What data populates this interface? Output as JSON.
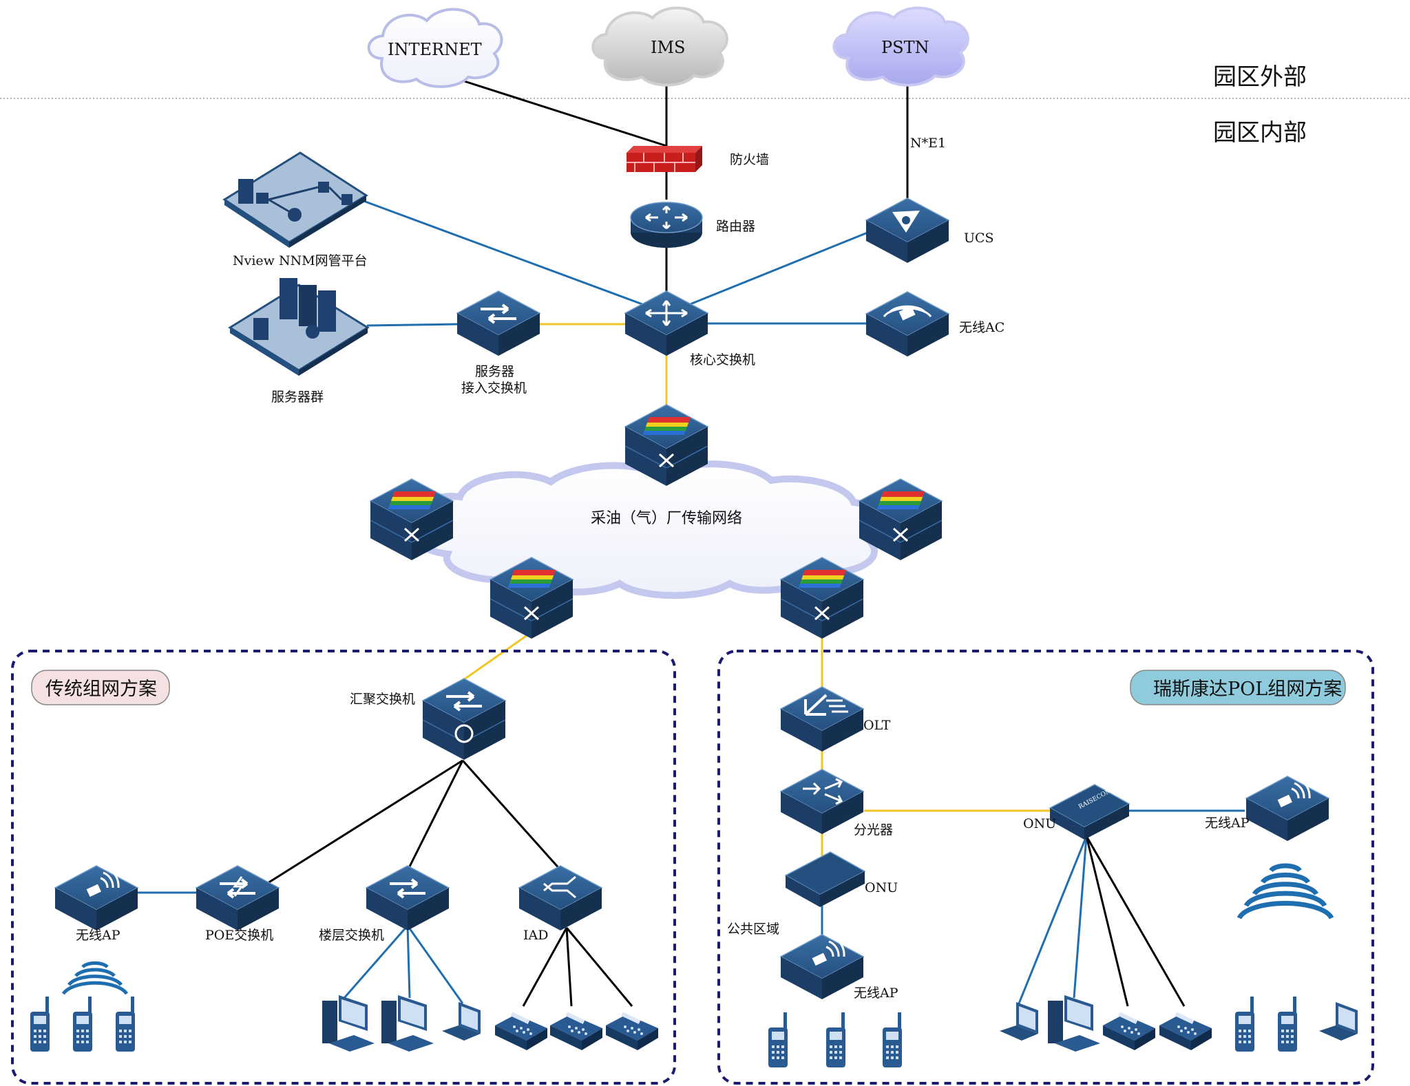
{
  "zones": {
    "outside": "园区外部",
    "inside": "园区内部"
  },
  "clouds": {
    "internet": "INTERNET",
    "ims": "IMS",
    "pstn": "PSTN"
  },
  "link_labels": {
    "ne1": "N*E1"
  },
  "devices": {
    "firewall": "防火墙",
    "router": "路由器",
    "ucs": "UCS",
    "nview": "Nview NNM网管平台",
    "server_farm": "服务器群",
    "server_switch_line1": "服务器",
    "server_switch_line2": "接入交换机",
    "core_switch": "核心交换机",
    "wireless_ac": "无线AC",
    "transport_network": "采油（气）厂传输网络",
    "agg_switch": "汇聚交换机",
    "olt": "OLT",
    "splitter": "分光器",
    "onu_right": "ONU",
    "onu_left": "ONU",
    "ap_right": "无线AP",
    "public_area": "公共区域",
    "ap_bottom": "无线AP",
    "ap_left": "无线AP",
    "poe_switch": "POE交换机",
    "floor_switch": "楼层交换机",
    "iad": "IAD"
  },
  "schemes": {
    "traditional": "传统组网方案",
    "pol": "瑞斯康达POL组网方案"
  },
  "colors": {
    "device": "#1f4170",
    "link_blue": "#1f6fb0",
    "link_yellow": "#f2c425",
    "link_black": "#000000",
    "frame": "#1a1a6e",
    "badge_left": "#f5e1e1",
    "badge_right": "#8fcbdc"
  }
}
